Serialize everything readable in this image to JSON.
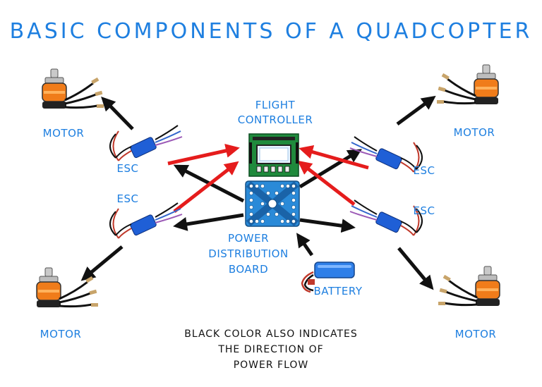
{
  "title": "BASIC COMPONENTS OF A QUADCOPTER",
  "labels": {
    "flight_controller_1": "FLIGHT",
    "flight_controller_2": "CONTROLLER",
    "pdb_1": "POWER",
    "pdb_2": "DISTRIBUTION",
    "pdb_3": "BOARD",
    "battery": "BATTERY",
    "motor": "MOTOR",
    "esc": "ESC"
  },
  "note": {
    "line1": "BLACK COLOR ALSO INDICATES",
    "line2": "THE DIRECTION OF",
    "line3": "POWER FLOW"
  },
  "colors": {
    "title_blue": "#1e7fe0",
    "signal_arrow": "#e51c1c",
    "power_arrow": "#111111",
    "esc_blue": "#1f5fd6",
    "motor_orange": "#f07c1a",
    "board_green": "#1f8a3c",
    "pdb_blue": "#2a8ad8",
    "battery_blue": "#2f7fe8"
  },
  "icons": [
    "motor-icon",
    "esc-icon",
    "flight-controller-icon",
    "power-distribution-board-icon",
    "battery-icon"
  ]
}
